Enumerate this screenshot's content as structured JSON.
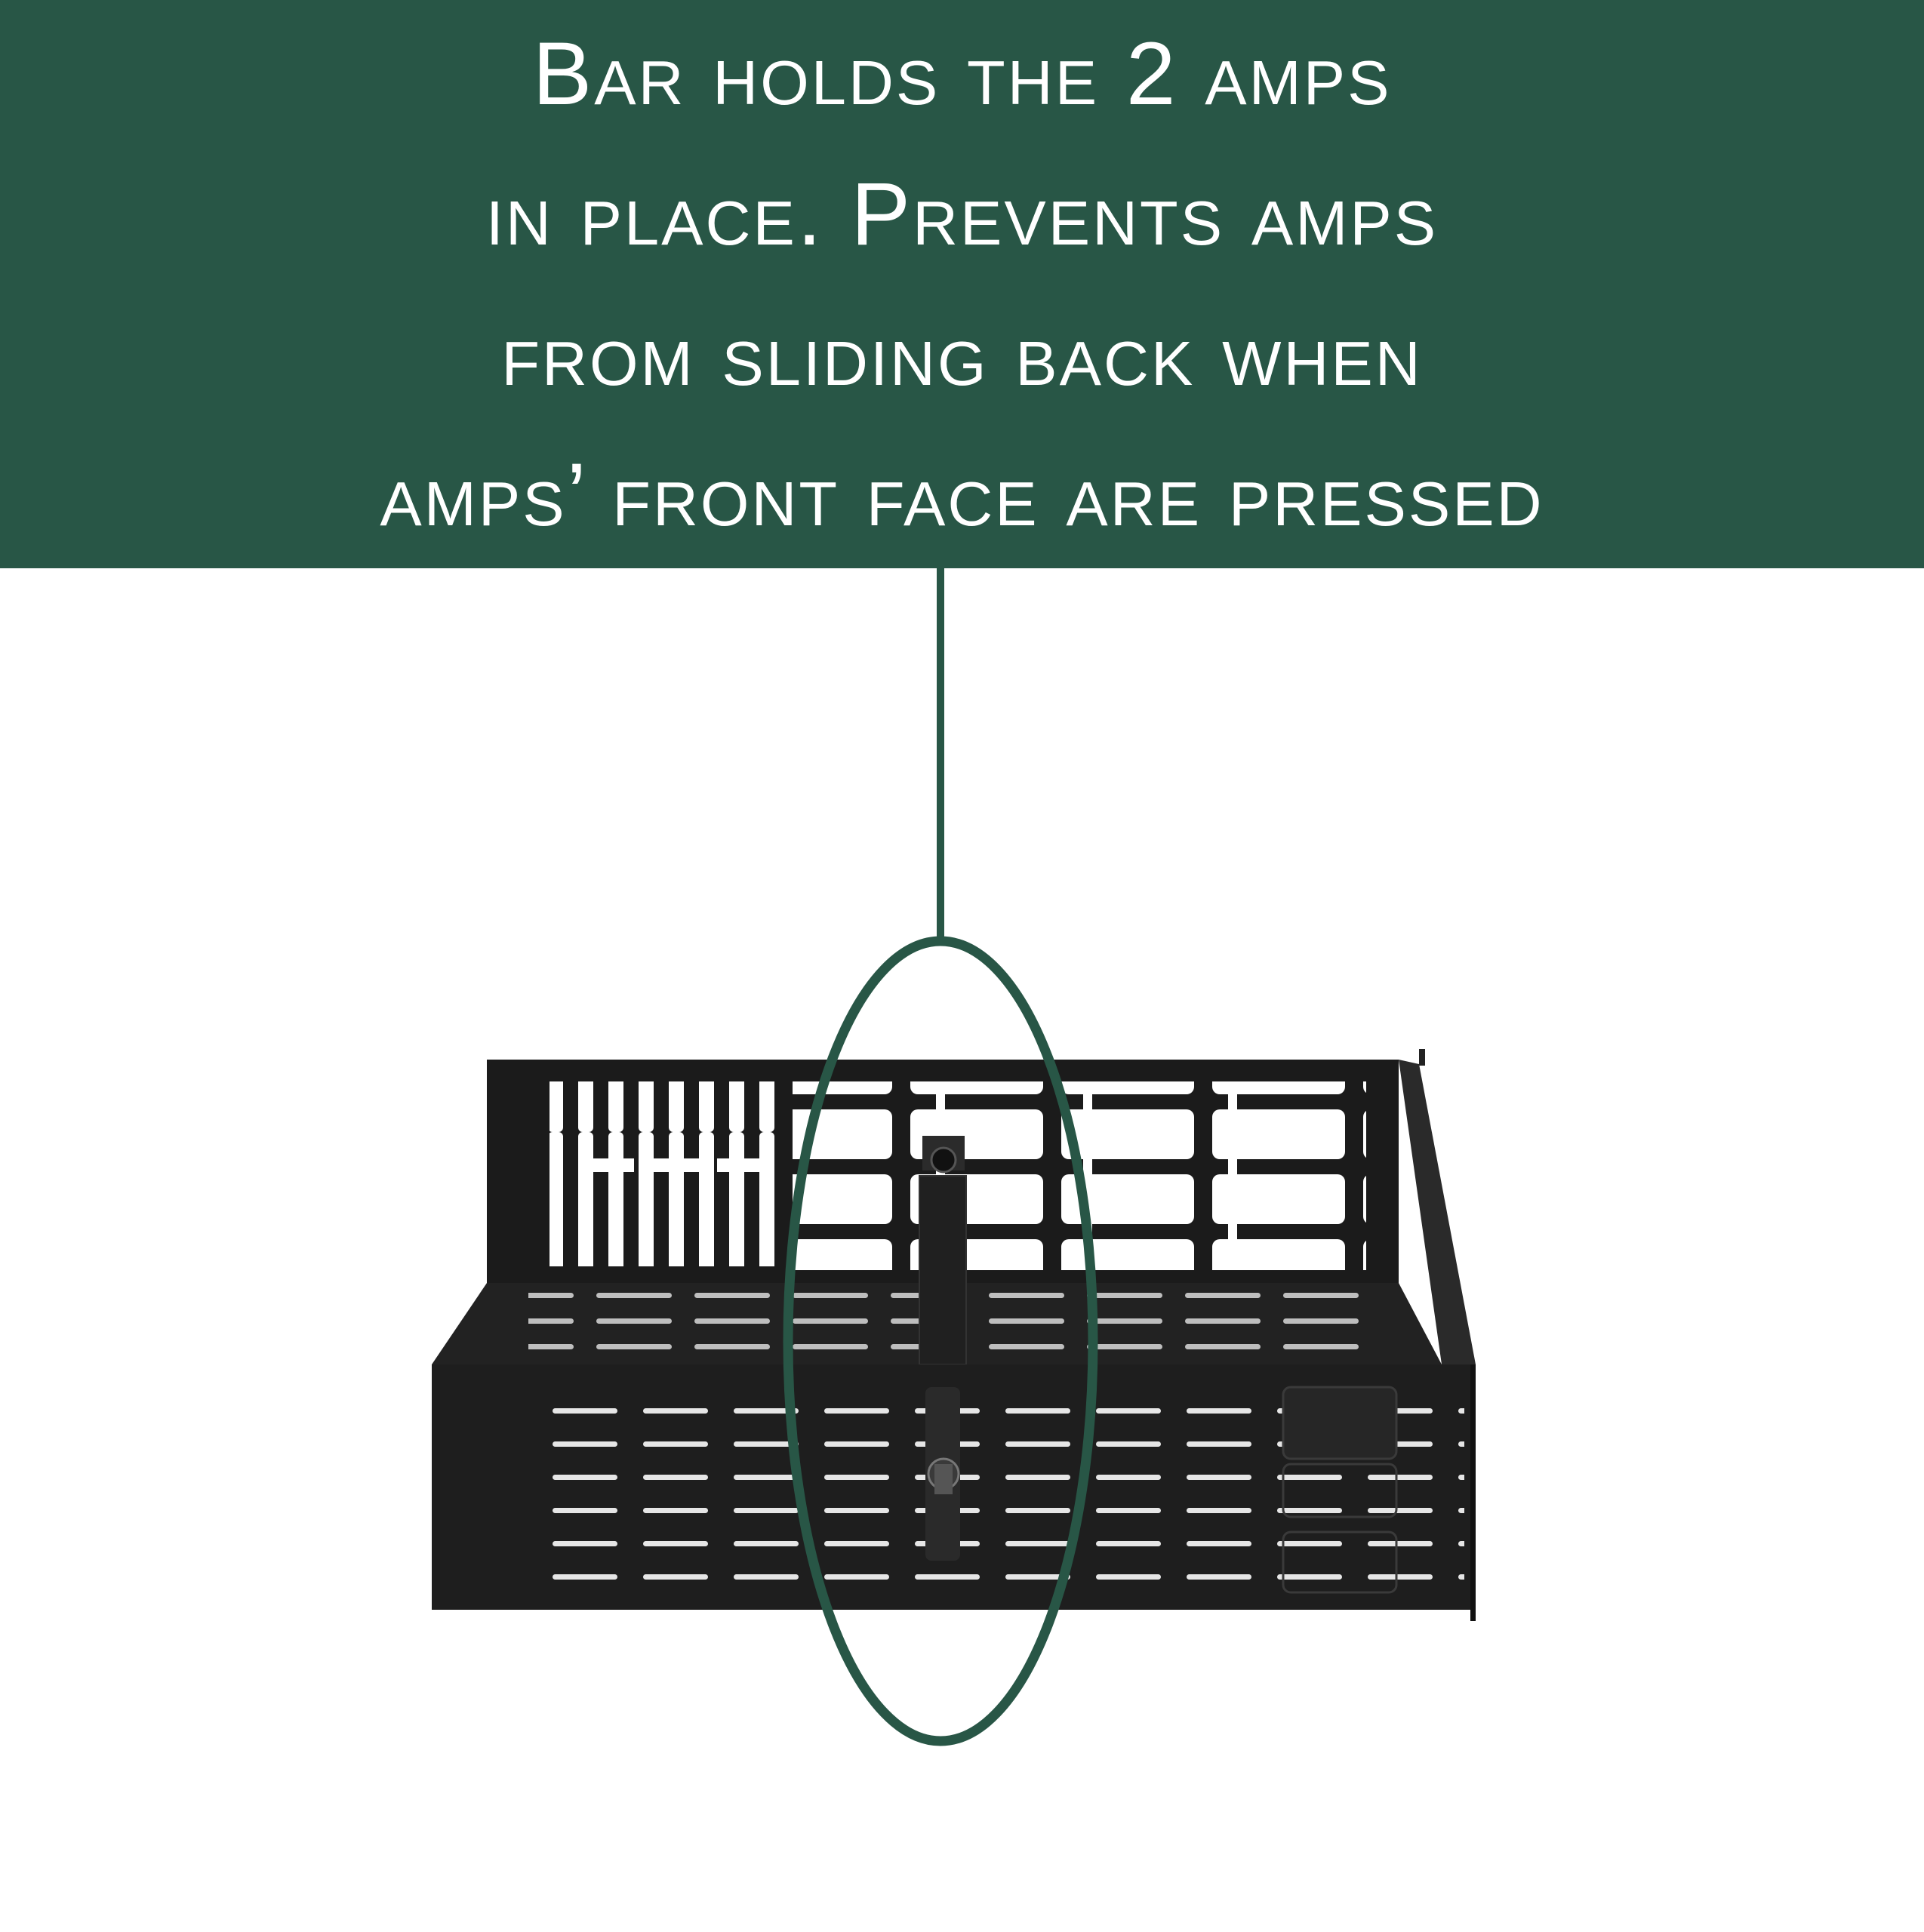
{
  "callout": {
    "lines": [
      "Bar holds the 2 amps",
      "in place. Prevents amps",
      "from sliding back when",
      "amps’ front face are pressed"
    ],
    "background_color": "#285646",
    "text_color": "#ffffff"
  },
  "annotation": {
    "leader_line_color": "#285646",
    "highlight_ellipse_color": "#285646",
    "target": "retaining-bar"
  },
  "product": {
    "name": "vented rack shelf with amp retaining bar",
    "color": "#1c1c1c"
  }
}
